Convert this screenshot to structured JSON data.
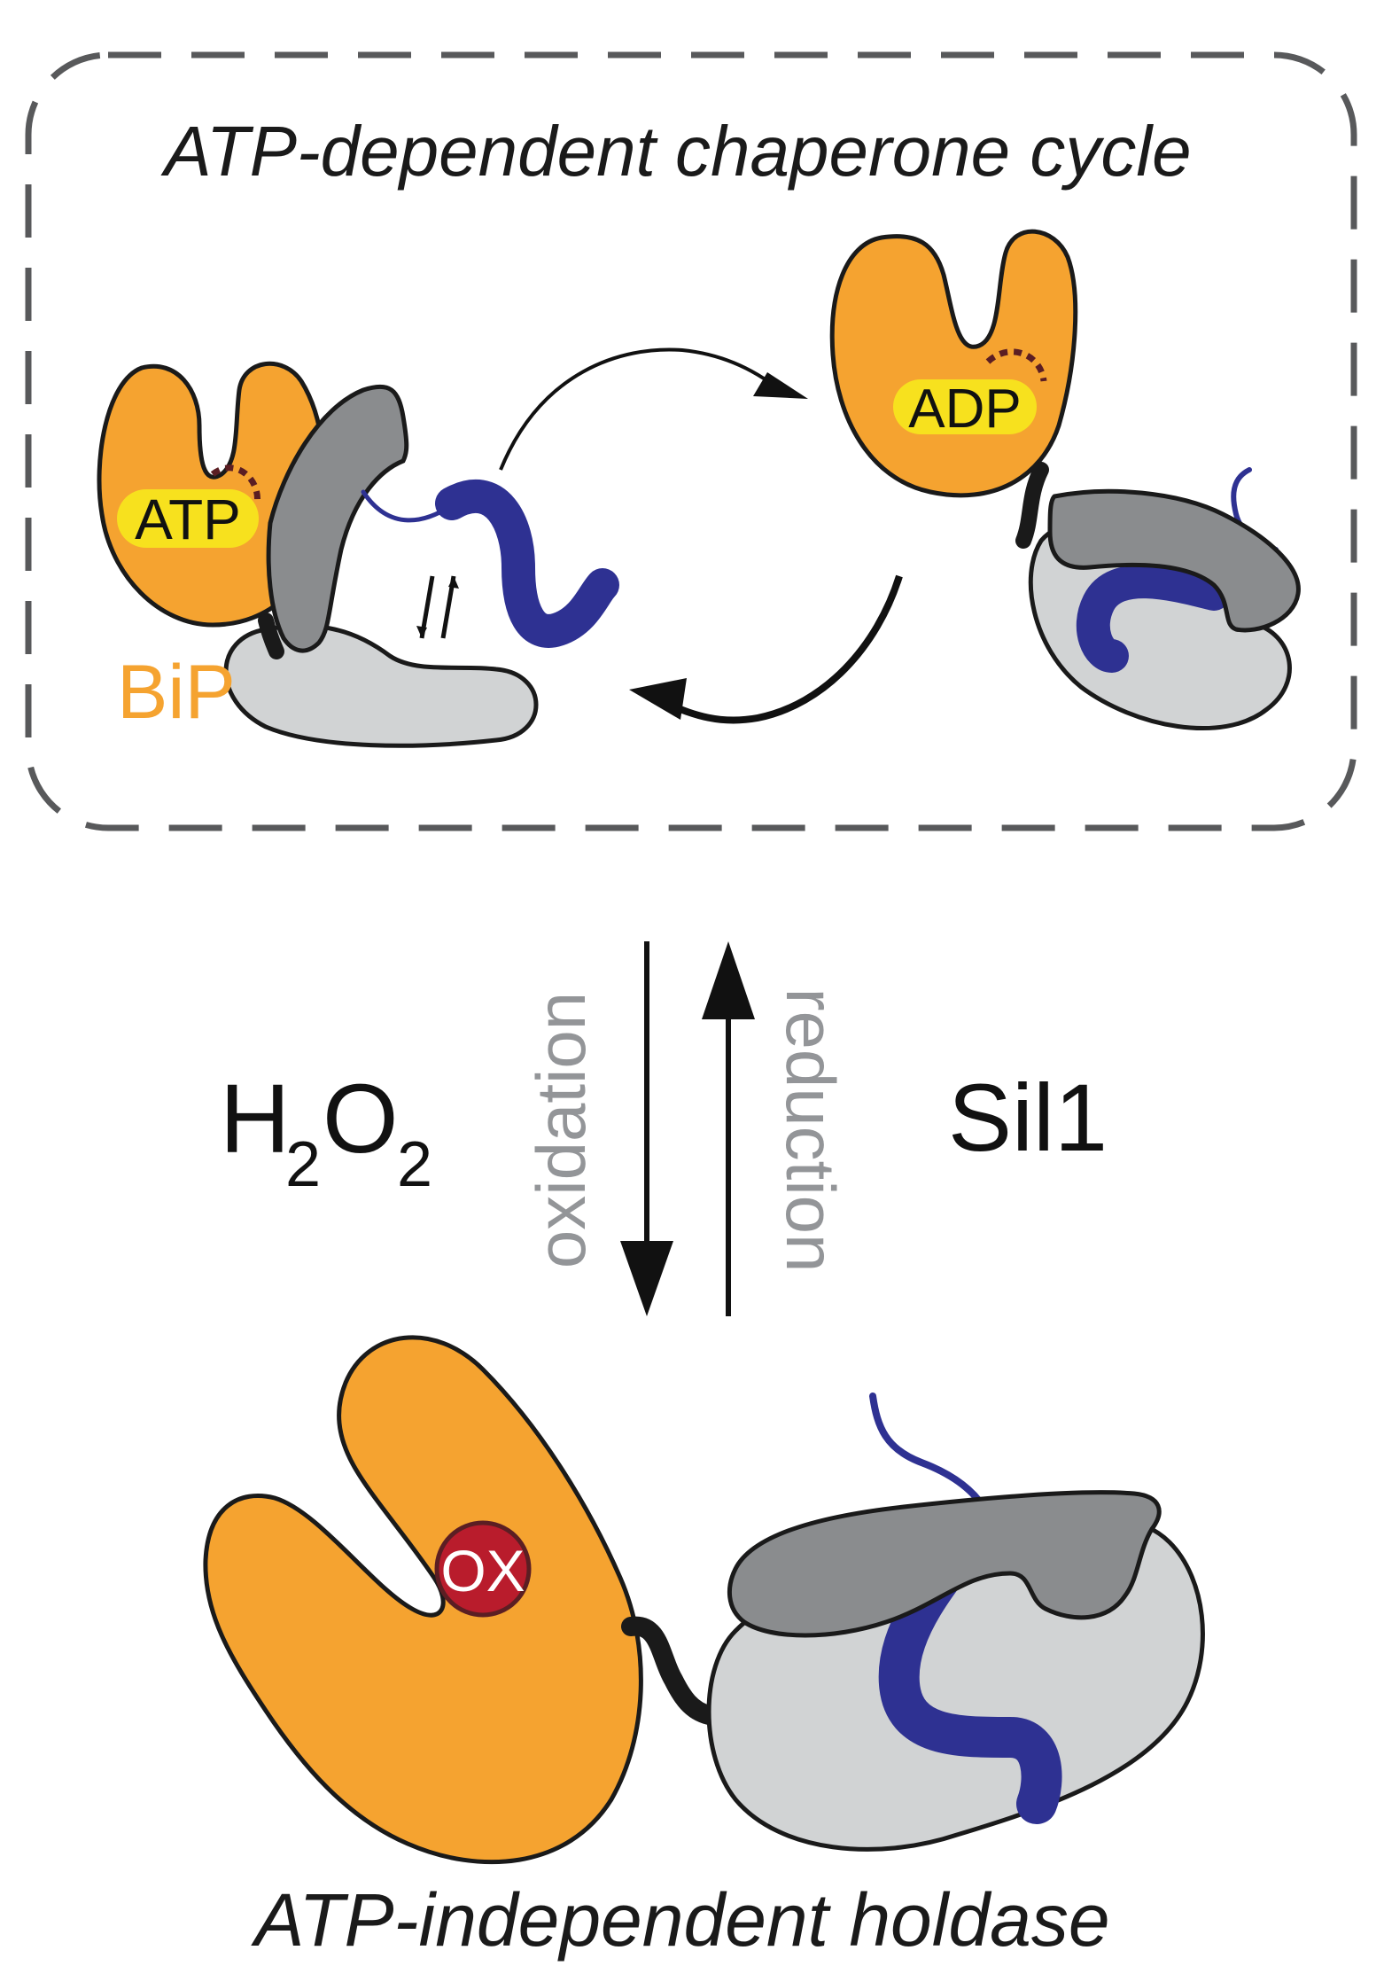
{
  "top_panel": {
    "title": "ATP-dependent chaperone cycle",
    "protein_label": "BiP",
    "atp_label": "ATP",
    "adp_label": "ADP"
  },
  "middle": {
    "left_agent_main": "H",
    "left_agent_sub1": "2",
    "left_agent_o": "O",
    "left_agent_sub2": "2",
    "down_arrow_label": "oxidation",
    "up_arrow_label": "reduction",
    "right_agent": "Sil1"
  },
  "bottom": {
    "ox_label": "OX",
    "title": "ATP-independent holdase"
  },
  "colors": {
    "orange": "#F5A330",
    "dark_gray": "#8A8C8E",
    "light_gray": "#D1D3D4",
    "blue": "#2E3192",
    "yellow": "#F7E11E",
    "ox_red": "#B91C2C",
    "dashed_border": "#58595B",
    "arrow_label_gray": "#939598"
  }
}
